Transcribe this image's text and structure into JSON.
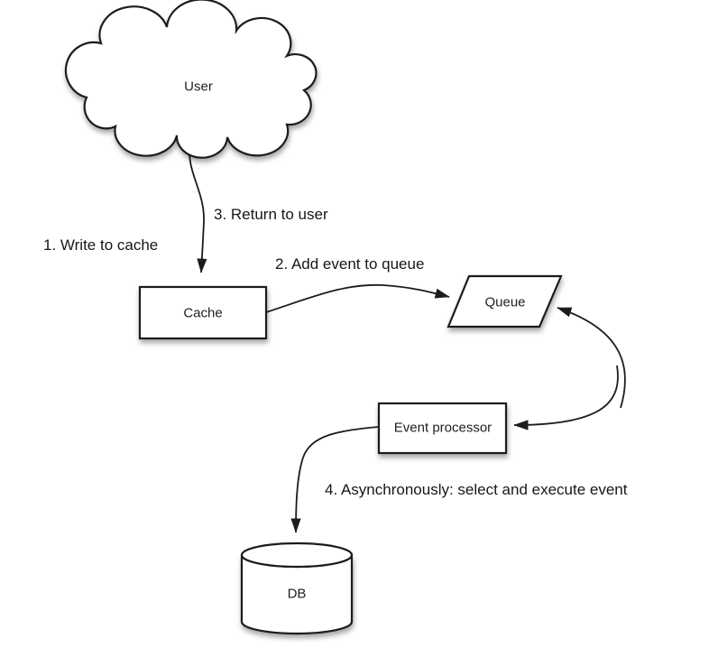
{
  "diagram": {
    "type": "flow-diagram",
    "background_color": "#ffffff",
    "stroke_color": "#1c1c1c",
    "text_color": "#1f1f1f",
    "nodes": {
      "user": {
        "label": "User",
        "shape": "cloud"
      },
      "cache": {
        "label": "Cache",
        "shape": "rectangle"
      },
      "queue": {
        "label": "Queue",
        "shape": "parallelogram"
      },
      "event_processor": {
        "label": "Event processor",
        "shape": "rectangle"
      },
      "db": {
        "label": "DB",
        "shape": "cylinder"
      }
    },
    "edges": {
      "write_to_cache": {
        "label": "1. Write to cache",
        "from": "user",
        "to": "cache"
      },
      "add_event_to_queue": {
        "label": "2. Add event to queue",
        "from": "cache",
        "to": "queue"
      },
      "return_to_user": {
        "label": "3. Return to user",
        "from": "cache",
        "to": "user"
      },
      "queue_to_processor": {
        "label": "",
        "from": "queue",
        "to": "event_processor"
      },
      "processor_to_queue": {
        "label": "",
        "from": "event_processor",
        "to": "queue"
      },
      "async_execute": {
        "label": "4. Asynchronously: select and execute event",
        "from": "event_processor",
        "to": "db"
      }
    }
  }
}
